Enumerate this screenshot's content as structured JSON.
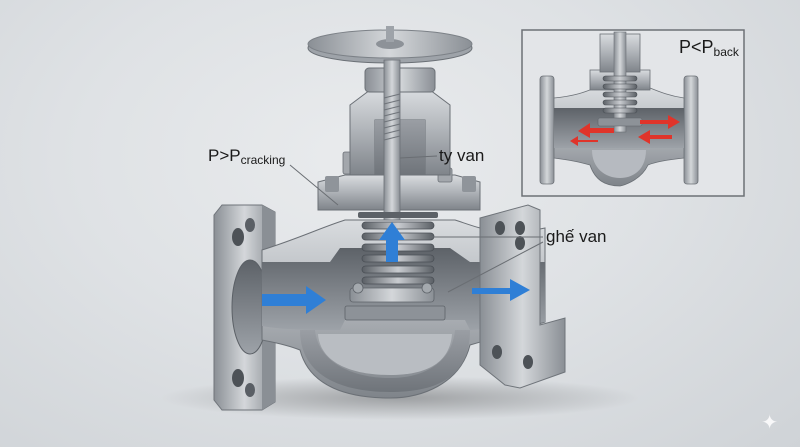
{
  "labels": {
    "main_condition_prefix": "P>P",
    "main_condition_sub": "cracking",
    "stem": "ty van",
    "seat": "ghế van",
    "inset_condition_prefix": "P<P",
    "inset_condition_sub": "back"
  },
  "colors": {
    "flow_arrow": "#2f7fd6",
    "backflow_arrow": "#e0342a",
    "metal": "#a9adb2",
    "cut_face": "#8d9197",
    "background": "#e0e3e6",
    "inset_border": "#6d7176"
  },
  "icons": {
    "sparkle": "sparkle-icon"
  }
}
